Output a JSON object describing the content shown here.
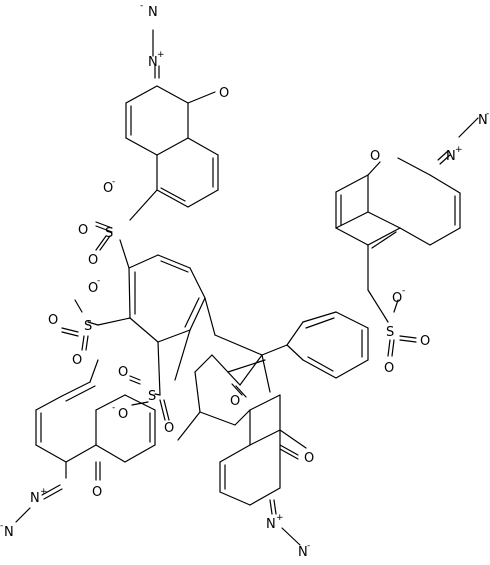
{
  "labels": {
    "diazo_n_top": "N",
    "diazo_n_top2": "N",
    "oxo_top": "O",
    "sulfonate_o_minus_top": "O",
    "sulfonate_s_top": "S",
    "sulfonate_o1_top": "O",
    "sulfonate_o2_top": "O",
    "oxo_right": "O",
    "diazo_n_right": "N",
    "diazo_n_right2": "N",
    "sulfonate_o_minus_mid_left": "O",
    "sulfonate_s_mid_left": "S",
    "sulfonate_o1_mid_left": "O",
    "sulfonate_o2_mid_left": "O",
    "sulfonate_o_minus_right": "O",
    "sulfonate_s_right": "S",
    "sulfonate_o1_right": "O",
    "sulfonate_o2_right": "O",
    "sulfonate_o_center": "O",
    "sulfonate_s_center": "S",
    "sulfonate_o1_center": "O",
    "sulfonate_o2_center": "O",
    "ketone_o_center": "O",
    "oxo_bottom_left": "O",
    "diazo_n_bottom_left": "N",
    "diazo_n_bottom_left2": "N",
    "oxo_bottom_right": "O",
    "diazo_n_bottom_right": "N",
    "diazo_n_bottom_right2": "N"
  },
  "charges": {
    "minus": "-",
    "plus": "+"
  }
}
